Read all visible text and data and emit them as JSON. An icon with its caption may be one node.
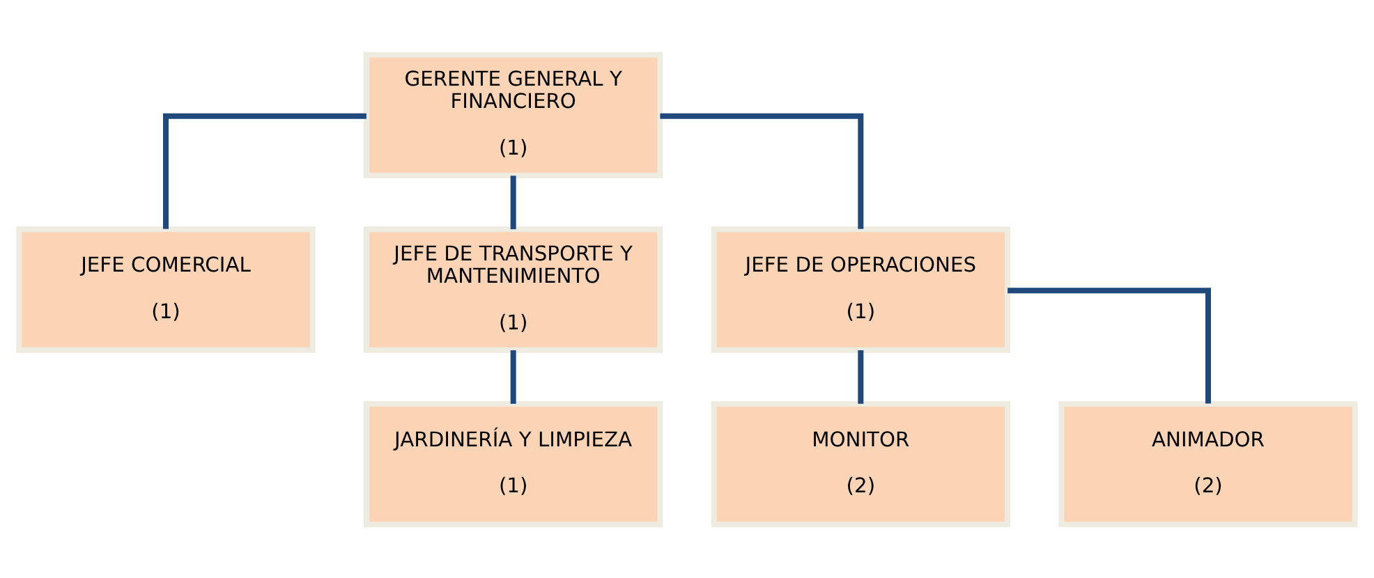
{
  "diagram": {
    "nodes": [
      {
        "text": [
          "GERENTE GENERAL Y FINANCIERO",
          "(1)"
        ]
      },
      {
        "text": [
          "JEFE COMERCIAL",
          "(1)"
        ]
      },
      {
        "text": [
          "JEFE DE TRANSPORTE Y MANTENIMIENTO",
          "(1)"
        ]
      },
      {
        "text": [
          "JEFE DE OPERACIONES",
          "(1)"
        ]
      },
      {
        "text": [
          "JARDINERÍA Y LIMPIEZA",
          "(1)"
        ]
      },
      {
        "text": [
          "MONITOR",
          "(2)"
        ]
      },
      {
        "text": [
          "ANIMADOR",
          "(2)"
        ]
      }
    ],
    "edges": [
      {
        "from": 0,
        "to": 1,
        "arrow": "none"
      },
      {
        "from": 0,
        "to": 2,
        "arrow": "none"
      },
      {
        "from": 0,
        "to": 3,
        "arrow": "none"
      },
      {
        "from": 2,
        "to": 4,
        "arrow": "none"
      },
      {
        "from": 3,
        "to": 5,
        "arrow": "none"
      },
      {
        "from": 3,
        "to": 6,
        "arrow": "none"
      }
    ]
  }
}
